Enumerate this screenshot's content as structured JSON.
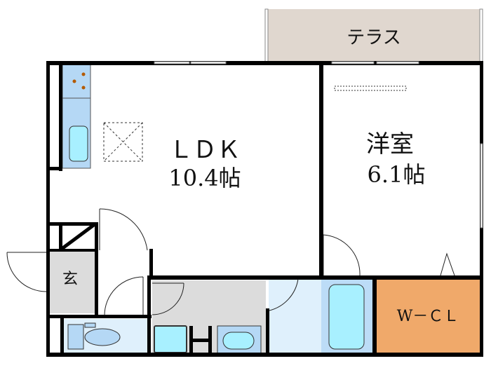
{
  "title": "Floor plan",
  "rooms": {
    "terrace": {
      "label": "テラス"
    },
    "ldk": {
      "label": "ＬＤＫ",
      "size": "10.4帖"
    },
    "western": {
      "label": "洋室",
      "size": "6.1帖"
    },
    "entrance": {
      "label": "玄"
    },
    "wcl": {
      "label": "W－ＣＬ"
    }
  },
  "colors": {
    "terrace": "#e0d7cf",
    "kitchen": "#b5d8f5",
    "fixture": "#a8f0ff",
    "wet_light": "#dff0fc",
    "bath": "#bcdcf7",
    "hall_gray": "#dcdcdc",
    "closet": "#f0a96a",
    "wall": "#000000"
  }
}
